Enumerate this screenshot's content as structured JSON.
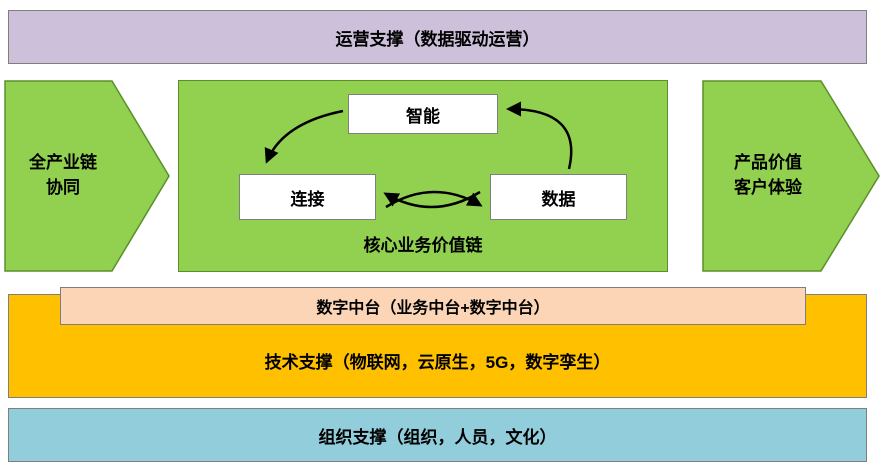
{
  "colors": {
    "lavender": "#CCC0DA",
    "green": "#92D050",
    "orange": "#FFC000",
    "peach": "#FBD5B5",
    "blue": "#92CDDC"
  },
  "top_bar": {
    "label": "运营支撑（数据驱动运营）"
  },
  "left_arrow": {
    "line1": "全产业链",
    "line2": "协同"
  },
  "core_panel": {
    "nodes": {
      "top": "智能",
      "left": "连接",
      "right": "数据"
    },
    "caption": "核心业务价值链"
  },
  "right_arrow": {
    "line1": "产品价值",
    "line2": "客户体验"
  },
  "platform_bar": {
    "label": "数字中台（业务中台+数字中台）"
  },
  "tech_bar": {
    "label": "技术支撑（物联网，云原生，5G，数字孪生）"
  },
  "org_bar": {
    "label": "组织支撑（组织，人员，文化）"
  }
}
